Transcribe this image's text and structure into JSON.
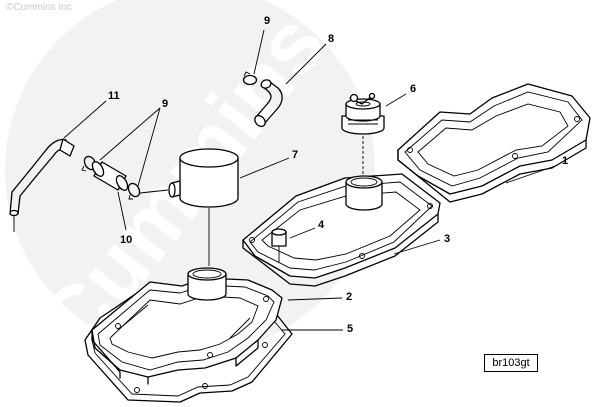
{
  "watermark": {
    "text": "©Cummins Inc",
    "logo_text": "Cummins"
  },
  "drawing_ref": "br103gt",
  "callouts": {
    "c1": "1",
    "c2": "2",
    "c3": "3",
    "c4": "4",
    "c5": "5",
    "c6": "6",
    "c7": "7",
    "c8": "8",
    "c9a": "9",
    "c9b": "9",
    "c10": "10",
    "c11": "11"
  }
}
